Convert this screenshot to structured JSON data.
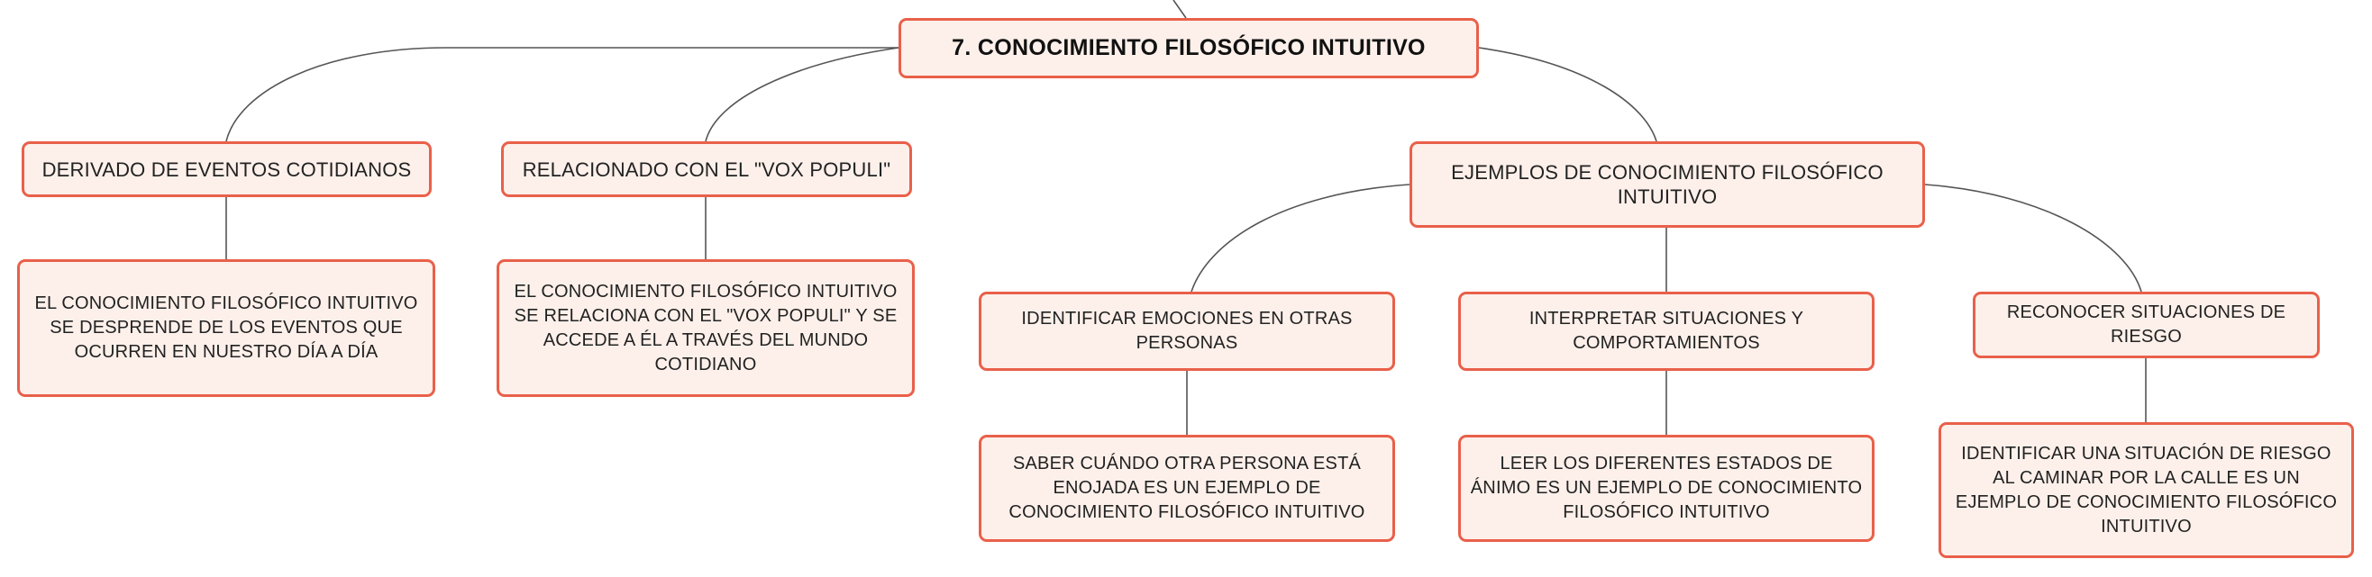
{
  "diagram": {
    "root": "7. CONOCIMIENTO FILOSÓFICO INTUITIVO",
    "branch_a": "DERIVADO DE EVENTOS COTIDIANOS",
    "branch_a_detail": "EL CONOCIMIENTO FILOSÓFICO INTUITIVO SE DESPRENDE DE LOS EVENTOS QUE OCURREN EN NUESTRO DÍA A DÍA",
    "branch_b": "RELACIONADO CON EL \"VOX POPULI\"",
    "branch_b_detail": "EL CONOCIMIENTO FILOSÓFICO INTUITIVO SE RELACIONA CON EL \"VOX POPULI\" Y SE ACCEDE A ÉL A TRAVÉS DEL MUNDO COTIDIANO",
    "branch_c": "EJEMPLOS DE CONOCIMIENTO FILOSÓFICO INTUITIVO",
    "example_1": "IDENTIFICAR EMOCIONES EN OTRAS PERSONAS",
    "example_1_detail": "SABER CUÁNDO OTRA PERSONA ESTÁ ENOJADA ES UN EJEMPLO DE CONOCIMIENTO FILOSÓFICO INTUITIVO",
    "example_2": "INTERPRETAR SITUACIONES Y COMPORTAMIENTOS",
    "example_2_detail": "LEER LOS DIFERENTES ESTADOS DE ÁNIMO ES UN EJEMPLO DE CONOCIMIENTO FILOSÓFICO INTUITIVO",
    "example_3": "RECONOCER SITUACIONES DE RIESGO",
    "example_3_detail": "IDENTIFICAR UNA SITUACIÓN DE RIESGO AL CAMINAR POR LA CALLE ES UN EJEMPLO DE CONOCIMIENTO FILOSÓFICO INTUITIVO"
  },
  "colors": {
    "node_fill": "#fdf0ea",
    "node_border": "#e9604a",
    "connector": "#555555",
    "text": "#222222"
  }
}
